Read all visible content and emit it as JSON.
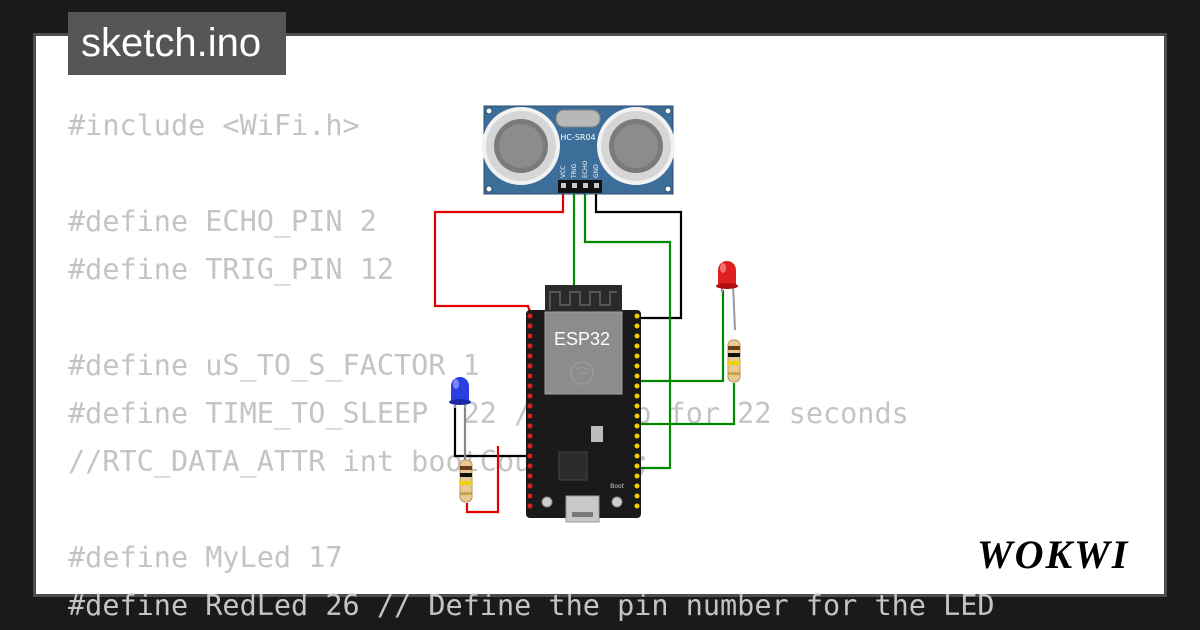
{
  "file_tab": {
    "title": "sketch.ino"
  },
  "code_lines": [
    "#include <WiFi.h>",
    "",
    "#define ECHO_PIN 2",
    "#define TRIG_PIN 12",
    "",
    "#define uS_TO_S_FACTOR 1",
    "#define TIME_TO_SLEEP  22 // Sleep for 22 seconds",
    "//RTC_DATA_ATTR int bootCount = 0;",
    "",
    "#define MyLed 17",
    "#define RedLed 26 // Define the pin number for the LED"
  ],
  "sensor": {
    "model": "HC-SR04",
    "pins": [
      "VCC",
      "TRIG",
      "ECHO",
      "GND"
    ]
  },
  "board": {
    "name": "ESP32",
    "button_label": "Boot"
  },
  "brand": {
    "logo_text": "WOKWI"
  },
  "colors": {
    "background": "#1a1a1a",
    "card": "#ffffff",
    "tab": "#555555",
    "code_text": "#c4c4c4",
    "wire_red": "#e00000",
    "wire_green": "#008a00",
    "wire_black": "#000000",
    "sensor_pcb": "#3d6e9a",
    "board_pcb": "#1a1a1a",
    "led_red": "#e02020",
    "led_blue": "#2a3fe0"
  },
  "icons": [
    "wifi-icon",
    "usb-port-icon"
  ]
}
